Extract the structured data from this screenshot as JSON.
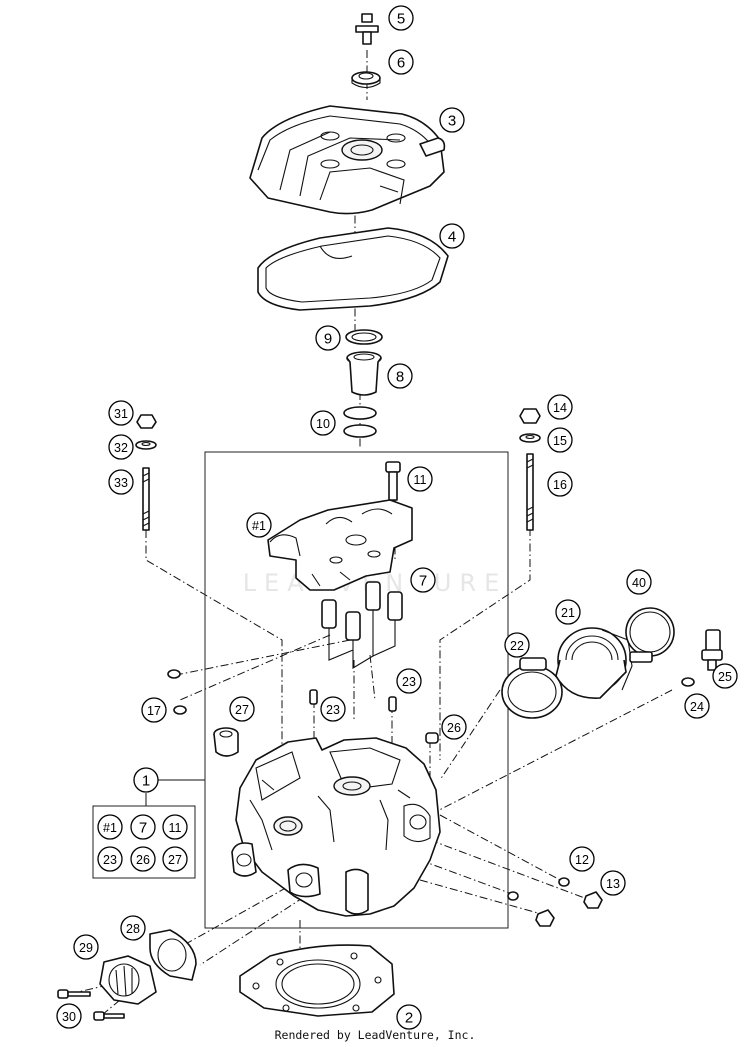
{
  "watermark": "LEADVENTURE",
  "credit": "Rendered by LeadVenture, Inc.",
  "group_1_contents": [
    "#1",
    "7",
    "11",
    "23",
    "26",
    "27"
  ],
  "callouts": [
    {
      "id": "c5",
      "label": "5"
    },
    {
      "id": "c6",
      "label": "6"
    },
    {
      "id": "c3",
      "label": "3"
    },
    {
      "id": "c4",
      "label": "4"
    },
    {
      "id": "c9",
      "label": "9"
    },
    {
      "id": "c8",
      "label": "8"
    },
    {
      "id": "c10",
      "label": "10"
    },
    {
      "id": "c31",
      "label": "31"
    },
    {
      "id": "c32",
      "label": "32"
    },
    {
      "id": "c33",
      "label": "33"
    },
    {
      "id": "c14",
      "label": "14"
    },
    {
      "id": "c15",
      "label": "15"
    },
    {
      "id": "c16",
      "label": "16"
    },
    {
      "id": "c11",
      "label": "11"
    },
    {
      "id": "c1a",
      "label": "#1"
    },
    {
      "id": "c7",
      "label": "7"
    },
    {
      "id": "c40",
      "label": "40"
    },
    {
      "id": "c21",
      "label": "21"
    },
    {
      "id": "c22",
      "label": "22"
    },
    {
      "id": "c25",
      "label": "25"
    },
    {
      "id": "c24",
      "label": "24"
    },
    {
      "id": "c23a",
      "label": "23"
    },
    {
      "id": "c17",
      "label": "17"
    },
    {
      "id": "c27",
      "label": "27"
    },
    {
      "id": "c23b",
      "label": "23"
    },
    {
      "id": "c26",
      "label": "26"
    },
    {
      "id": "c1",
      "label": "1"
    },
    {
      "id": "c12",
      "label": "12"
    },
    {
      "id": "c13",
      "label": "13"
    },
    {
      "id": "c28",
      "label": "28"
    },
    {
      "id": "c29",
      "label": "29"
    },
    {
      "id": "c30",
      "label": "30"
    },
    {
      "id": "c2",
      "label": "2"
    }
  ]
}
